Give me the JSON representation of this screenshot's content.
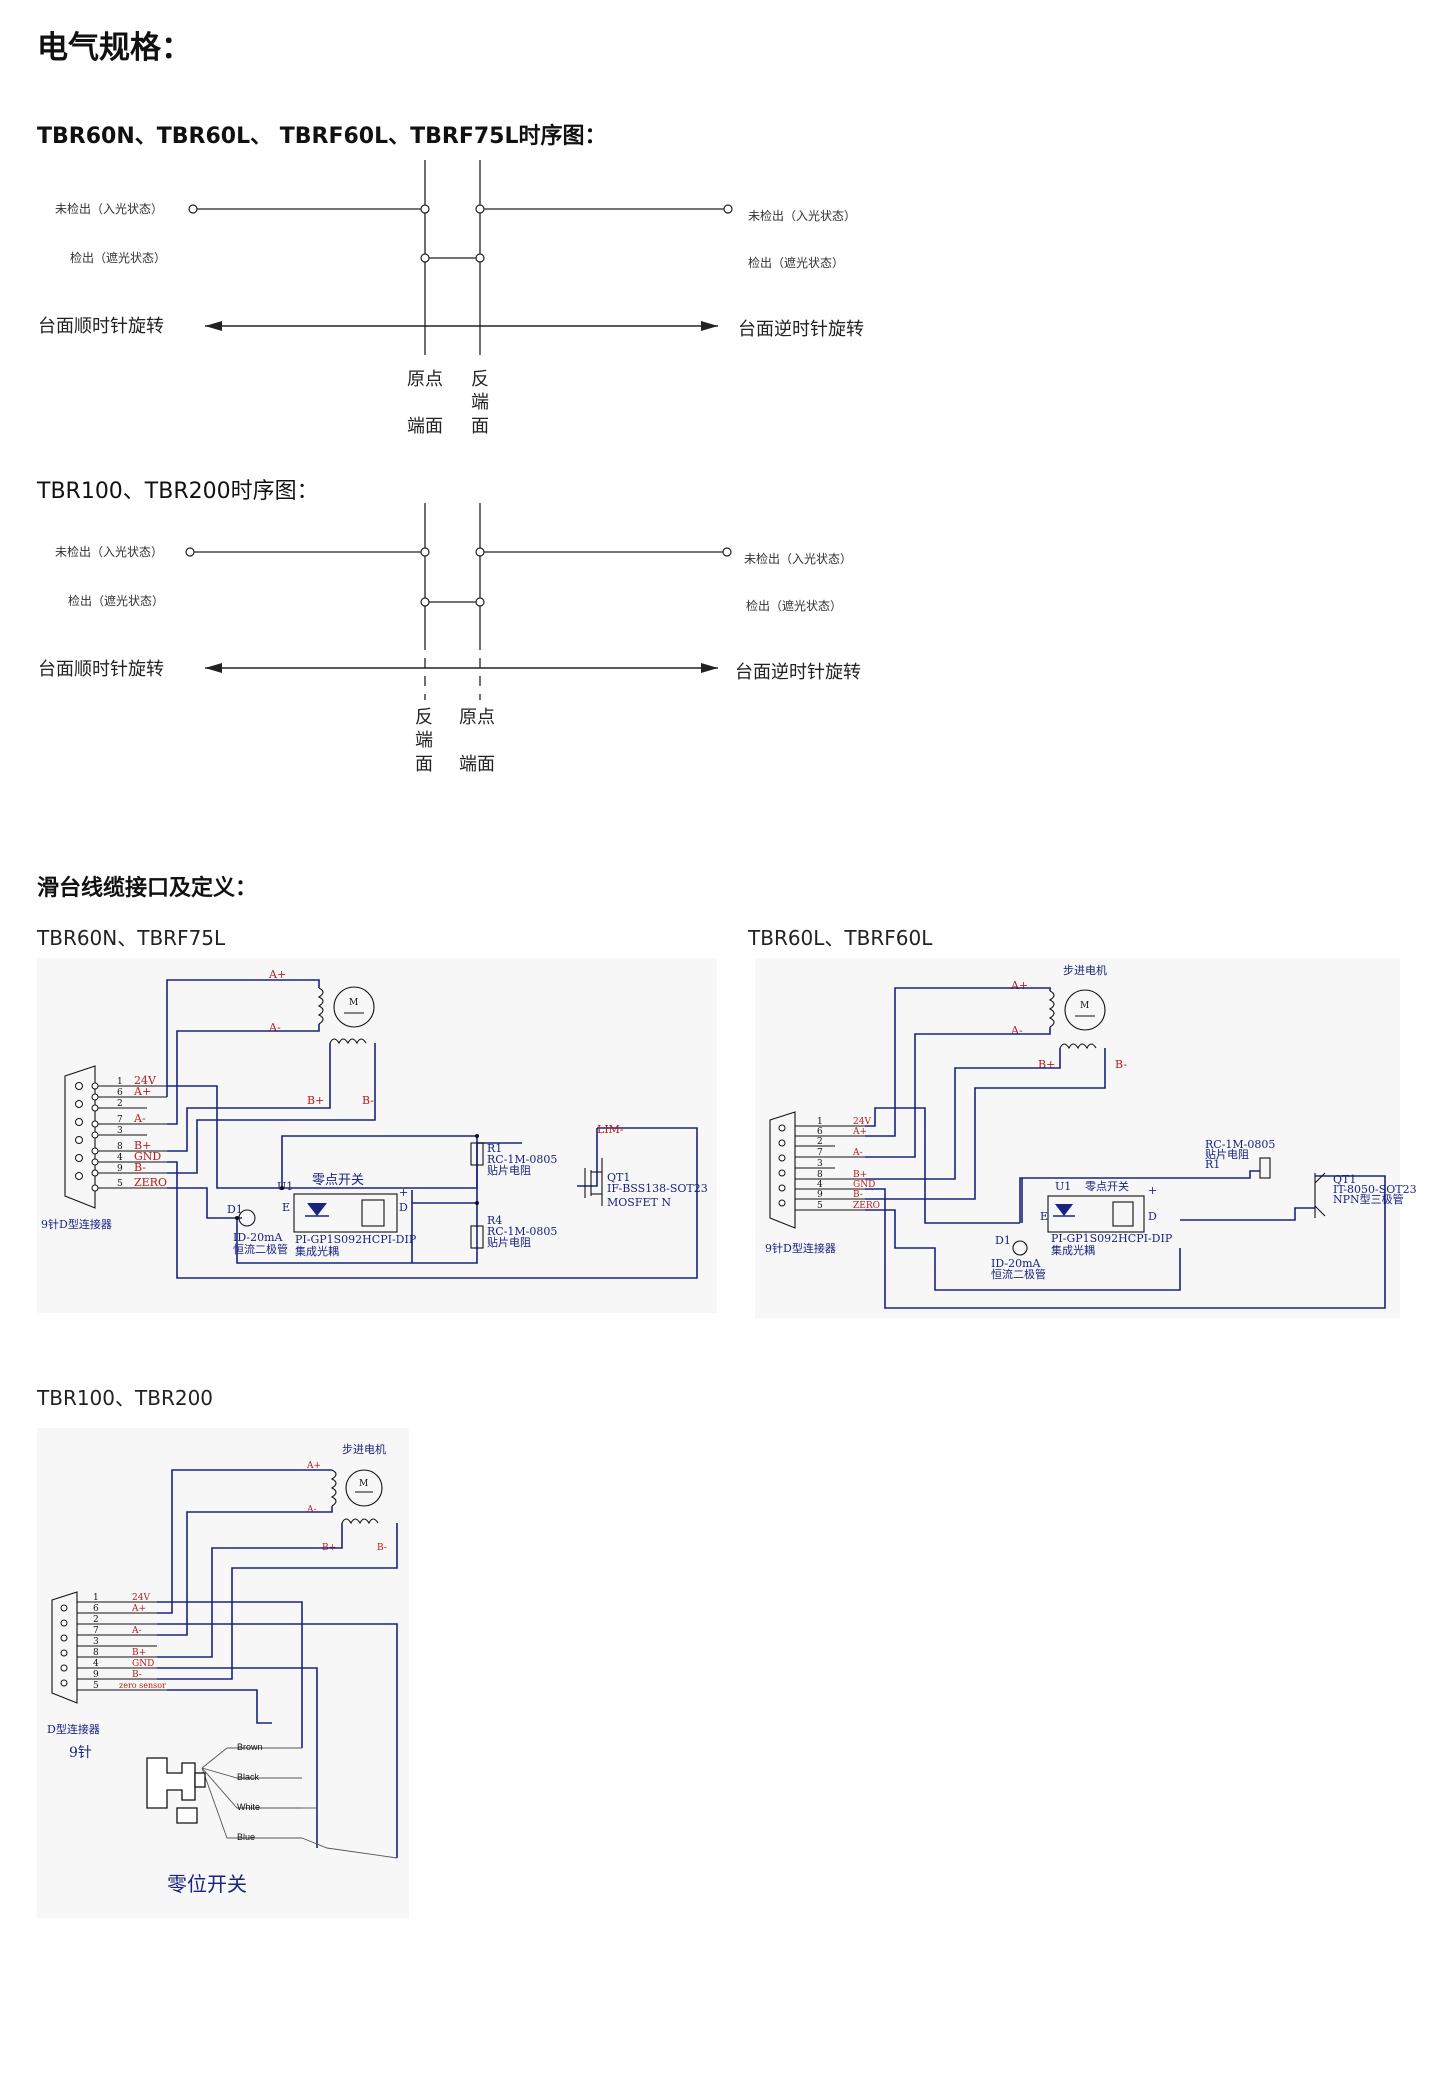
{
  "page_title": "电气规格：",
  "timing1": {
    "title": "TBR60N、TBR60L、 TBRF60L、TBRF75L时序图：",
    "left_top": "未检出（入光状态）",
    "left_bottom": "检出（遮光状态）",
    "right_top": "未检出（入光状态）",
    "right_bottom": "检出（遮光状态）",
    "left_dir": "台面顺时针旋转",
    "right_dir": "台面逆时针旋转",
    "mark1_line1": "原点",
    "mark1_line2": "端面",
    "mark2_chars": [
      "反",
      "端",
      "面"
    ]
  },
  "timing2": {
    "title": "TBR100、TBR200时序图：",
    "left_top": "未检出（入光状态）",
    "left_bottom": "检出（遮光状态）",
    "right_top": "未检出（入光状态）",
    "right_bottom": "检出（遮光状态）",
    "left_dir": "台面顺时针旋转",
    "right_dir": "台面逆时针旋转",
    "mark1_chars": [
      "反",
      "端",
      "面"
    ],
    "mark2_line1": "原点",
    "mark2_line2": "端面"
  },
  "cable_section_title": "滑台线缆接口及定义：",
  "schematic_a": {
    "caption": "TBR60N、TBRF75L",
    "pins": [
      "1",
      "6",
      "2",
      "7",
      "3",
      "8",
      "4",
      "9",
      "5"
    ],
    "signals": [
      "24V",
      "A+",
      "A-",
      "B+",
      "GND",
      "B-",
      "ZERO"
    ],
    "motor_labels": [
      "A+",
      "A-",
      "B+",
      "B-",
      "M"
    ],
    "connector": "9针D型连接器",
    "u1": "U1",
    "zero_switch": "零点开关",
    "r1": "R1",
    "r1_part": "RC-1M-0805",
    "r1_desc": "贴片电阻",
    "r4": "R4",
    "r4_part": "RC-1M-0805",
    "r4_desc": "贴片电阻",
    "lim": "LIM-",
    "qt1": "QT1",
    "qt1_part": "IF-BSS138-SOT23",
    "qt1_desc": "MOSFET N",
    "d1": "D1",
    "d1_part": "ID-20mA",
    "d1_desc": "恒流二极管",
    "opto_part": "PI-GP1S092HCPI-DIP",
    "opto_desc": "集成光耦",
    "e": "E",
    "d": "D",
    "plus": "+"
  },
  "schematic_b": {
    "caption": "TBR60L、TBRF60L",
    "motor_title": "步进电机",
    "pins": [
      "1",
      "6",
      "2",
      "7",
      "3",
      "8",
      "4",
      "9",
      "5"
    ],
    "signals": [
      "24V",
      "A+",
      "A-",
      "B+",
      "GND",
      "B-",
      "ZERO"
    ],
    "motor_labels": [
      "A+",
      "A-",
      "B+",
      "B-",
      "M"
    ],
    "connector": "9针D型连接器",
    "u1": "U1",
    "zero_switch": "零点开关",
    "r1_part": "RC-1M-0805",
    "r1_desc": "贴片电阻",
    "r1": "R1",
    "qt1": "QT1",
    "qt1_part": "IT-8050-SOT23",
    "qt1_desc": "NPN型三极管",
    "d1": "D1",
    "d1_part": "ID-20mA",
    "d1_desc": "恒流二极管",
    "opto_part": "PI-GP1S092HCPI-DIP",
    "opto_desc": "集成光耦",
    "e": "E",
    "d": "D",
    "plus": "+"
  },
  "schematic_c": {
    "caption": "TBR100、TBR200",
    "motor_title": "步进电机",
    "pins": [
      "1",
      "6",
      "2",
      "7",
      "3",
      "8",
      "4",
      "9",
      "5"
    ],
    "signals": [
      "24V",
      "A+",
      "A-",
      "B+",
      "GND",
      "B-",
      "zero sensor"
    ],
    "motor_labels": [
      "A+",
      "A-",
      "B+",
      "B-",
      "M"
    ],
    "connector": "D型连接器",
    "connector_pins": "9针",
    "wires": [
      "Brown",
      "Black",
      "White",
      "Blue"
    ],
    "sensor": "零位开关"
  }
}
